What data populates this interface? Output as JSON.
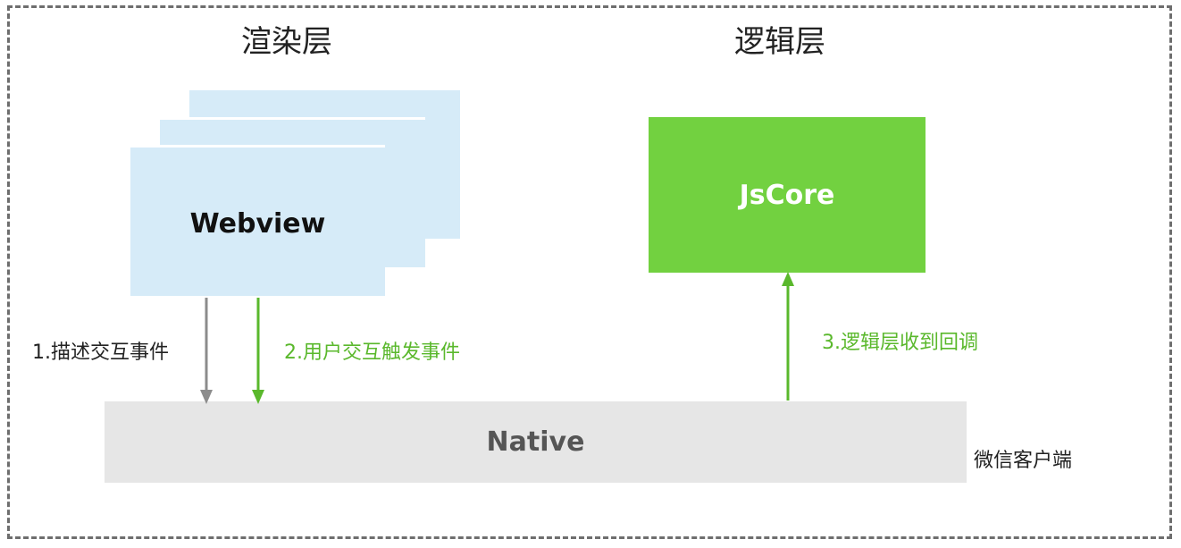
{
  "colors": {
    "render_layer_fill": "#d6ebf8",
    "logic_layer_fill": "#72d140",
    "native_fill": "#e6e6e6",
    "gray_arrow": "#8c8c8c",
    "green_arrow": "#5ab82c",
    "green_text": "#5ab82c",
    "frame_border": "#6e6e6e"
  },
  "titles": {
    "render_layer": "渲染层",
    "logic_layer": "逻辑层"
  },
  "nodes": {
    "webview": "Webview",
    "jscore": "JsCore",
    "native": "Native"
  },
  "steps": {
    "step1": "1.描述交互事件",
    "step2": "2.用户交互触发事件",
    "step3": "3.逻辑层收到回调"
  },
  "client_label": "微信客户端"
}
